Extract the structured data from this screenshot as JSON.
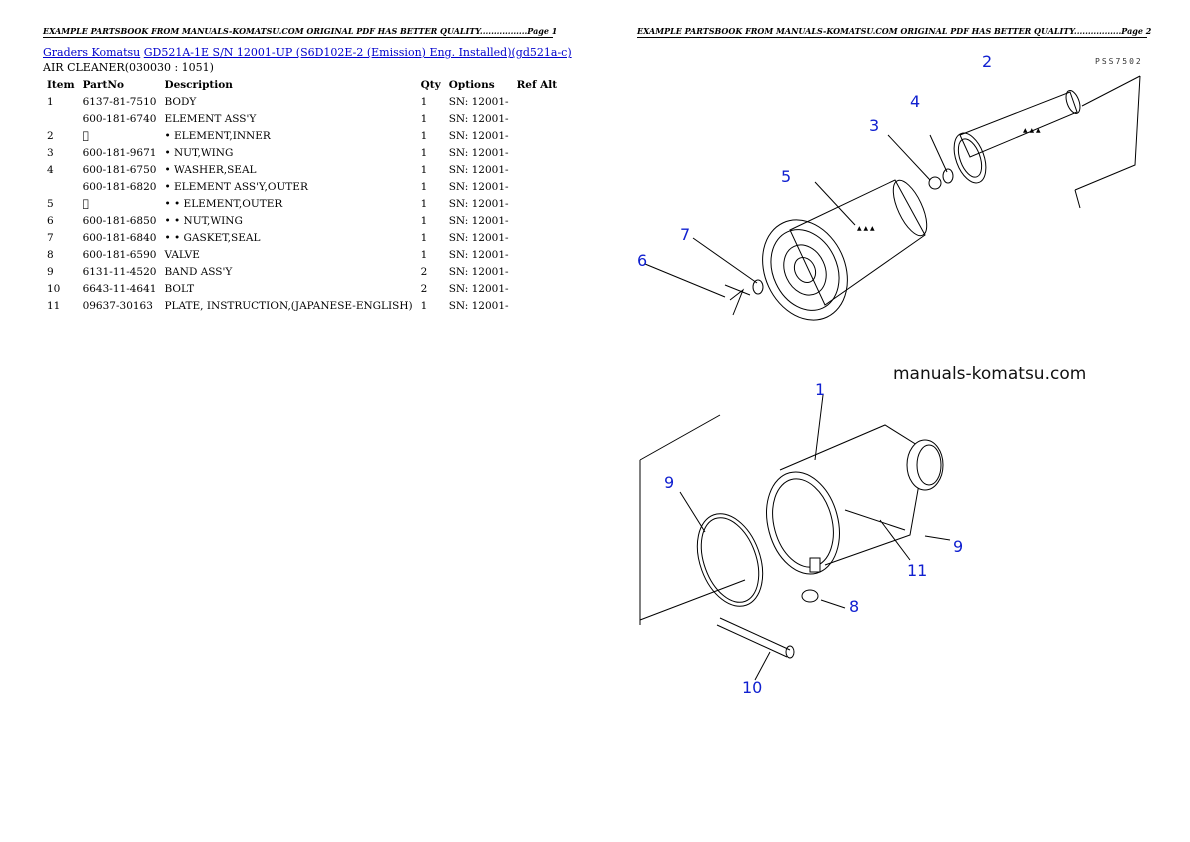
{
  "header": {
    "left": "EXAMPLE PARTSBOOK FROM MANUALS-KOMATSU.COM ORIGINAL PDF HAS BETTER QUALITY.................Page 1",
    "right": "EXAMPLE PARTSBOOK FROM MANUALS-KOMATSU.COM ORIGINAL PDF HAS BETTER QUALITY.................Page 2"
  },
  "breadcrumb": {
    "link1": "Graders Komatsu",
    "link2": "GD521A-1E S/N 12001-UP (S6D102E-2 (Emission) Eng. Installed)(gd521a-c)"
  },
  "subtitle": "AIR CLEANER(030030 : 1051)",
  "table": {
    "headers": {
      "item": "Item",
      "partno": "PartNo",
      "description": "Description",
      "qty": "Qty",
      "options": "Options",
      "refalt": "Ref Alt"
    },
    "rows": [
      {
        "item": "1",
        "part": "6137-81-7510",
        "desc": "BODY",
        "qty": "1",
        "opt": "SN: 12001-"
      },
      {
        "item": "",
        "part": "600-181-6740",
        "desc": "ELEMENT ASS'Y",
        "qty": "1",
        "opt": "SN: 12001-"
      },
      {
        "item": "2",
        "part": "",
        "desc": "• ELEMENT,INNER",
        "qty": "1",
        "opt": "SN: 12001-"
      },
      {
        "item": "3",
        "part": "600-181-9671",
        "desc": "• NUT,WING",
        "qty": "1",
        "opt": "SN: 12001-"
      },
      {
        "item": "4",
        "part": "600-181-6750",
        "desc": "• WASHER,SEAL",
        "qty": "1",
        "opt": "SN: 12001-"
      },
      {
        "item": "",
        "part": "600-181-6820",
        "desc": "• ELEMENT ASS'Y,OUTER",
        "qty": "1",
        "opt": "SN: 12001-"
      },
      {
        "item": "5",
        "part": "",
        "desc": "• • ELEMENT,OUTER",
        "qty": "1",
        "opt": "SN: 12001-"
      },
      {
        "item": "6",
        "part": "600-181-6850",
        "desc": "• • NUT,WING",
        "qty": "1",
        "opt": "SN: 12001-"
      },
      {
        "item": "7",
        "part": "600-181-6840",
        "desc": "• • GASKET,SEAL",
        "qty": "1",
        "opt": "SN: 12001-"
      },
      {
        "item": "8",
        "part": "600-181-6590",
        "desc": "VALVE",
        "qty": "1",
        "opt": "SN: 12001-"
      },
      {
        "item": "9",
        "part": "6131-11-4520",
        "desc": "BAND ASS'Y",
        "qty": "2",
        "opt": "SN: 12001-"
      },
      {
        "item": "10",
        "part": "6643-11-4641",
        "desc": "BOLT",
        "qty": "2",
        "opt": "SN: 12001-"
      },
      {
        "item": "11",
        "part": "09637-30163",
        "desc": "PLATE, INSTRUCTION,(JAPANESE-ENGLISH)",
        "qty": "1",
        "opt": "SN: 12001-"
      }
    ]
  },
  "diagram": {
    "code": "PSS7502",
    "watermark": "manuals-komatsu.com",
    "callouts": [
      "1",
      "2",
      "3",
      "4",
      "5",
      "6",
      "7",
      "8",
      "9",
      "9",
      "10",
      "11"
    ],
    "callout_color": "#1020d0"
  }
}
